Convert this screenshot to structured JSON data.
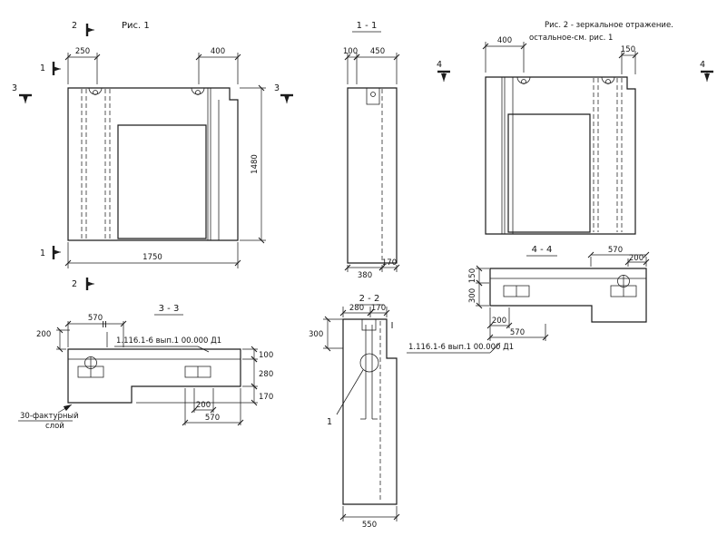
{
  "colors": {
    "background": "#ffffff",
    "ink": "#1c1c1c"
  },
  "fig1": {
    "title": "Рис. 1",
    "dim_250": "250",
    "dim_400": "400",
    "dim_1480": "1480",
    "dim_1750": "1750",
    "marker_1": "1",
    "marker_2": "2",
    "marker_3": "3"
  },
  "sec11": {
    "title": "1 - 1",
    "dim_100": "100",
    "dim_450": "450",
    "dim_380": "380",
    "dim_170": "170"
  },
  "fig2": {
    "title_line1": "Рис. 2 - зеркальное отражение.",
    "title_line2": "остальное-см. рис. 1",
    "dim_400": "400",
    "dim_150": "150",
    "marker_4": "4"
  },
  "sec44": {
    "title": "4 - 4",
    "dim_570_top": "570",
    "dim_200_top": "200",
    "dim_150": "150",
    "dim_300": "300",
    "dim_200_bottom": "200",
    "dim_570_bottom": "570",
    "label": "1.116.1-6 вып.1 00.000 Д1"
  },
  "sec33": {
    "title": "3 - 3",
    "dim_570_top": "570",
    "dim_200_left": "200",
    "marker_ii": "II",
    "dim_100": "100",
    "dim_280": "280",
    "dim_170": "170",
    "dim_200_bottom": "200",
    "dim_570_bottom": "570",
    "label": "1.116.1-6 вып.1 00.000 Д1",
    "note_line1": "30-фактурный",
    "note_line2": "слой"
  },
  "sec22": {
    "title": "2 - 2",
    "dim_280": "280",
    "dim_170": "170",
    "dim_300": "300",
    "dim_550": "550",
    "marker_i": "I",
    "callout_1": "1"
  }
}
